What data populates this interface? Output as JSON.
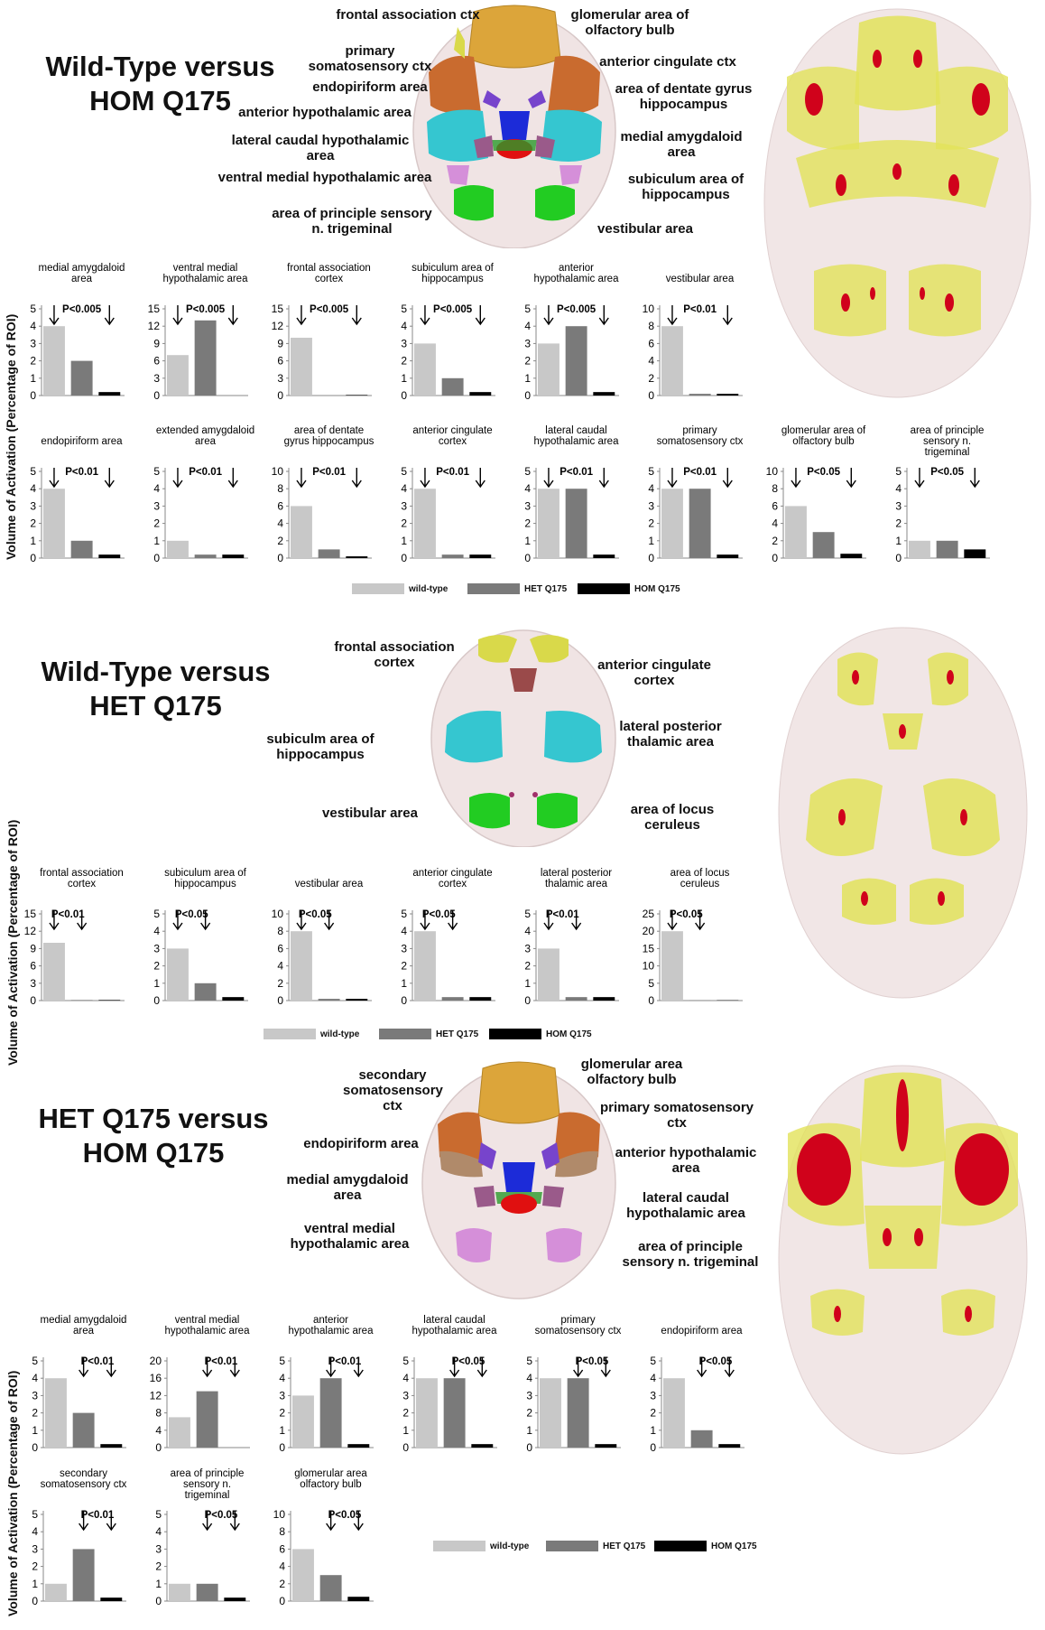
{
  "colors": {
    "wild_type": "#c8c8c8",
    "het": "#7a7a7a",
    "hom": "#000000",
    "brain_ghost": "#ecdcdc",
    "activation": "#d0021b",
    "roi_yellow": "#e2e25a"
  },
  "legend": {
    "wild_type": "wild-type",
    "het": "HET Q175",
    "hom": "HOM Q175"
  },
  "sections": [
    {
      "title_line1": "Wild-Type versus",
      "title_line2": "HOM Q175",
      "ylabel": "Volume of Activation (Percentage of ROI)",
      "brain_labels": [
        "frontal association ctx",
        "glomerular area of olfactory bulb",
        "primary somatosensory ctx",
        "anterior cingulate ctx",
        "endopiriform area",
        "area of dentate gyrus hippocampus",
        "anterior hypothalamic area",
        "lateral caudal hypothalamic area",
        "medial amygdaloid area",
        "ventral medial hypothalamic area",
        "subiculum area of hippocampus",
        "area of principle sensory n. trigeminal",
        "vestibular area"
      ]
    },
    {
      "title_line1": "Wild-Type versus",
      "title_line2": "HET Q175",
      "ylabel": "Volume of Activation (Percentage of ROI)",
      "brain_labels": [
        "frontal association cortex",
        "anterior cingulate cortex",
        "subiculm area of hippocampus",
        "lateral posterior thalamic area",
        "vestibular area",
        "area of locus ceruleus"
      ]
    },
    {
      "title_line1": "HET Q175 versus",
      "title_line2": "HOM Q175",
      "ylabel": "Volume of Activation (Percentage of ROI)",
      "brain_labels": [
        "secondary somatosensory ctx",
        "glomerular area olfactory bulb",
        "primary somatosensory ctx",
        "endopiriform area",
        "anterior hypothalamic area",
        "medial amygdaloid area",
        "lateral caudal hypothalamic area",
        "ventral medial hypothalamic area",
        "area of principle sensory n. trigeminal"
      ]
    }
  ],
  "chart_data": [
    {
      "type": "bar",
      "title": "medial amygdaloid area",
      "categories": [
        "wild-type",
        "HET Q175",
        "HOM Q175"
      ],
      "values": [
        4,
        2,
        0.2
      ],
      "ylim": [
        0,
        5
      ],
      "yticks": [
        0,
        1,
        2,
        3,
        4,
        5
      ],
      "pvalue": "P<0.005",
      "arrows": [
        0,
        2
      ]
    },
    {
      "type": "bar",
      "title": "ventral medial hypothalamic area",
      "categories": [
        "wild-type",
        "HET Q175",
        "HOM Q175"
      ],
      "values": [
        7,
        13,
        0
      ],
      "ylim": [
        0,
        15
      ],
      "yticks": [
        0,
        3,
        6,
        9,
        12,
        15
      ],
      "pvalue": "P<0.005",
      "arrows": [
        0,
        2
      ]
    },
    {
      "type": "bar",
      "title": "frontal association cortex",
      "categories": [
        "wild-type",
        "HET Q175",
        "HOM Q175"
      ],
      "values": [
        10,
        0,
        0.1
      ],
      "ylim": [
        0,
        15
      ],
      "yticks": [
        0,
        3,
        6,
        9,
        12,
        15
      ],
      "pvalue": "P<0.005",
      "arrows": [
        0,
        2
      ]
    },
    {
      "type": "bar",
      "title": "subiculum area of hippocampus",
      "categories": [
        "wild-type",
        "HET Q175",
        "HOM Q175"
      ],
      "values": [
        3,
        1,
        0.2
      ],
      "ylim": [
        0,
        5
      ],
      "yticks": [
        0,
        1,
        2,
        3,
        4,
        5
      ],
      "pvalue": "P<0.005",
      "arrows": [
        0,
        2
      ]
    },
    {
      "type": "bar",
      "title": "anterior hypothalamic area",
      "categories": [
        "wild-type",
        "HET Q175",
        "HOM Q175"
      ],
      "values": [
        3,
        4,
        0.2
      ],
      "ylim": [
        0,
        5
      ],
      "yticks": [
        0,
        1,
        2,
        3,
        4,
        5
      ],
      "pvalue": "P<0.005",
      "arrows": [
        0,
        2
      ]
    },
    {
      "type": "bar",
      "title": "vestibular area",
      "categories": [
        "wild-type",
        "HET Q175",
        "HOM Q175"
      ],
      "values": [
        8,
        0.2,
        0.2
      ],
      "ylim": [
        0,
        10
      ],
      "yticks": [
        0,
        2,
        4,
        6,
        8,
        10
      ],
      "pvalue": "P<0.01",
      "arrows": [
        0,
        2
      ]
    },
    {
      "type": "bar",
      "title": "endopiriform area",
      "categories": [
        "wild-type",
        "HET Q175",
        "HOM Q175"
      ],
      "values": [
        4,
        1,
        0.2
      ],
      "ylim": [
        0,
        5
      ],
      "yticks": [
        0,
        1,
        2,
        3,
        4,
        5
      ],
      "pvalue": "P<0.01",
      "arrows": [
        0,
        2
      ]
    },
    {
      "type": "bar",
      "title": "extended amygdaloid area",
      "categories": [
        "wild-type",
        "HET Q175",
        "HOM Q175"
      ],
      "values": [
        1,
        0.2,
        0.2
      ],
      "ylim": [
        0,
        5
      ],
      "yticks": [
        0,
        1,
        2,
        3,
        4,
        5
      ],
      "pvalue": "P<0.01",
      "arrows": [
        0,
        2
      ]
    },
    {
      "type": "bar",
      "title": "area of dentate gyrus hippocampus",
      "categories": [
        "wild-type",
        "HET Q175",
        "HOM Q175"
      ],
      "values": [
        6,
        1,
        0.2
      ],
      "ylim": [
        0,
        10
      ],
      "yticks": [
        0,
        2,
        4,
        6,
        8,
        10
      ],
      "pvalue": "P<0.01",
      "arrows": [
        0,
        2
      ]
    },
    {
      "type": "bar",
      "title": "anterior cingulate cortex",
      "categories": [
        "wild-type",
        "HET Q175",
        "HOM Q175"
      ],
      "values": [
        4,
        0.2,
        0.2
      ],
      "ylim": [
        0,
        5
      ],
      "yticks": [
        0,
        1,
        2,
        3,
        4,
        5
      ],
      "pvalue": "P<0.01",
      "arrows": [
        0,
        2
      ]
    },
    {
      "type": "bar",
      "title": "lateral caudal hypothalamic area",
      "categories": [
        "wild-type",
        "HET Q175",
        "HOM Q175"
      ],
      "values": [
        4,
        4,
        0.2
      ],
      "ylim": [
        0,
        5
      ],
      "yticks": [
        0,
        1,
        2,
        3,
        4,
        5
      ],
      "pvalue": "P<0.01",
      "arrows": [
        0,
        2
      ]
    },
    {
      "type": "bar",
      "title": "primary somatosensory ctx",
      "categories": [
        "wild-type",
        "HET Q175",
        "HOM Q175"
      ],
      "values": [
        4,
        4,
        0.2
      ],
      "ylim": [
        0,
        5
      ],
      "yticks": [
        0,
        1,
        2,
        3,
        4,
        5
      ],
      "pvalue": "P<0.01",
      "arrows": [
        0,
        2
      ]
    },
    {
      "type": "bar",
      "title": "glomerular area of olfactory bulb",
      "categories": [
        "wild-type",
        "HET Q175",
        "HOM Q175"
      ],
      "values": [
        6,
        3,
        0.5
      ],
      "ylim": [
        0,
        10
      ],
      "yticks": [
        0,
        2,
        4,
        6,
        8,
        10
      ],
      "pvalue": "P<0.05",
      "arrows": [
        0,
        2
      ]
    },
    {
      "type": "bar",
      "title": "area of principle sensory n. trigeminal",
      "categories": [
        "wild-type",
        "HET Q175",
        "HOM Q175"
      ],
      "values": [
        1,
        1,
        0.5
      ],
      "ylim": [
        0,
        5
      ],
      "yticks": [
        0,
        1,
        2,
        3,
        4,
        5
      ],
      "pvalue": "P<0.05",
      "arrows": [
        0,
        2
      ]
    },
    {
      "type": "bar",
      "title": "frontal association cortex",
      "categories": [
        "wild-type",
        "HET Q175",
        "HOM Q175"
      ],
      "values": [
        10,
        0.1,
        0.1
      ],
      "ylim": [
        0,
        15
      ],
      "yticks": [
        0,
        3,
        6,
        9,
        12,
        15
      ],
      "pvalue": "P<0.01",
      "arrows": [
        0,
        1
      ]
    },
    {
      "type": "bar",
      "title": "subiculum area of hippocampus",
      "categories": [
        "wild-type",
        "HET Q175",
        "HOM Q175"
      ],
      "values": [
        3,
        1,
        0.2
      ],
      "ylim": [
        0,
        5
      ],
      "yticks": [
        0,
        1,
        2,
        3,
        4,
        5
      ],
      "pvalue": "P<0.05",
      "arrows": [
        0,
        1
      ]
    },
    {
      "type": "bar",
      "title": "vestibular area",
      "categories": [
        "wild-type",
        "HET Q175",
        "HOM Q175"
      ],
      "values": [
        8,
        0.2,
        0.2
      ],
      "ylim": [
        0,
        10
      ],
      "yticks": [
        0,
        2,
        4,
        6,
        8,
        10
      ],
      "pvalue": "P<0.05",
      "arrows": [
        0,
        1
      ]
    },
    {
      "type": "bar",
      "title": "anterior cingulate cortex",
      "categories": [
        "wild-type",
        "HET Q175",
        "HOM Q175"
      ],
      "values": [
        4,
        0.2,
        0.2
      ],
      "ylim": [
        0,
        5
      ],
      "yticks": [
        0,
        1,
        2,
        3,
        4,
        5
      ],
      "pvalue": "P<0.05",
      "arrows": [
        0,
        1
      ]
    },
    {
      "type": "bar",
      "title": "lateral posterior thalamic area",
      "categories": [
        "wild-type",
        "HET Q175",
        "HOM Q175"
      ],
      "values": [
        3,
        0.2,
        0.2
      ],
      "ylim": [
        0,
        5
      ],
      "yticks": [
        0,
        1,
        2,
        3,
        4,
        5
      ],
      "pvalue": "P<0.01",
      "arrows": [
        0,
        1
      ]
    },
    {
      "type": "bar",
      "title": "area of locus ceruleus",
      "categories": [
        "wild-type",
        "HET Q175",
        "HOM Q175"
      ],
      "values": [
        20,
        0.1,
        0.1
      ],
      "ylim": [
        0,
        25
      ],
      "yticks": [
        0,
        5,
        10,
        15,
        20,
        25
      ],
      "pvalue": "P<0.05",
      "arrows": [
        0,
        1
      ]
    },
    {
      "type": "bar",
      "title": "medial amygdaloid area",
      "categories": [
        "wild-type",
        "HET Q175",
        "HOM Q175"
      ],
      "values": [
        4,
        2,
        0.2
      ],
      "ylim": [
        0,
        5
      ],
      "yticks": [
        0,
        1,
        2,
        3,
        4,
        5
      ],
      "pvalue": "P<0.01",
      "arrows": [
        1,
        2
      ]
    },
    {
      "type": "bar",
      "title": "ventral medial hypothalamic area",
      "categories": [
        "wild-type",
        "HET Q175",
        "HOM Q175"
      ],
      "values": [
        7,
        13,
        0
      ],
      "ylim": [
        0,
        20
      ],
      "yticks": [
        0,
        4,
        8,
        12,
        16,
        20
      ],
      "pvalue": "P<0.01",
      "arrows": [
        1,
        2
      ]
    },
    {
      "type": "bar",
      "title": "anterior hypothalamic area",
      "categories": [
        "wild-type",
        "HET Q175",
        "HOM Q175"
      ],
      "values": [
        3,
        4,
        0.2
      ],
      "ylim": [
        0,
        5
      ],
      "yticks": [
        0,
        1,
        2,
        3,
        4,
        5
      ],
      "pvalue": "P<0.01",
      "arrows": [
        1,
        2
      ]
    },
    {
      "type": "bar",
      "title": "lateral caudal hypothalamic area",
      "categories": [
        "wild-type",
        "HET Q175",
        "HOM Q175"
      ],
      "values": [
        4,
        4,
        0.2
      ],
      "ylim": [
        0,
        5
      ],
      "yticks": [
        0,
        1,
        2,
        3,
        4,
        5
      ],
      "pvalue": "P<0.05",
      "arrows": [
        1,
        2
      ]
    },
    {
      "type": "bar",
      "title": "primary somatosensory ctx",
      "categories": [
        "wild-type",
        "HET Q175",
        "HOM Q175"
      ],
      "values": [
        4,
        4,
        0.2
      ],
      "ylim": [
        0,
        5
      ],
      "yticks": [
        0,
        1,
        2,
        3,
        4,
        5
      ],
      "pvalue": "P<0.05",
      "arrows": [
        1,
        2
      ]
    },
    {
      "type": "bar",
      "title": "endopiriform area",
      "categories": [
        "wild-type",
        "HET Q175",
        "HOM Q175"
      ],
      "values": [
        4,
        1,
        0.2
      ],
      "ylim": [
        0,
        5
      ],
      "yticks": [
        0,
        1,
        2,
        3,
        4,
        5
      ],
      "pvalue": "P<0.05",
      "arrows": [
        1,
        2
      ]
    },
    {
      "type": "bar",
      "title": "secondary somatosensory ctx",
      "categories": [
        "wild-type",
        "HET Q175",
        "HOM Q175"
      ],
      "values": [
        1,
        3,
        0.2
      ],
      "ylim": [
        0,
        5
      ],
      "yticks": [
        0,
        1,
        2,
        3,
        4,
        5
      ],
      "pvalue": "P<0.01",
      "arrows": [
        1,
        2
      ]
    },
    {
      "type": "bar",
      "title": "area of principle sensory n. trigeminal",
      "categories": [
        "wild-type",
        "HET Q175",
        "HOM Q175"
      ],
      "values": [
        1,
        1,
        0.2
      ],
      "ylim": [
        0,
        5
      ],
      "yticks": [
        0,
        1,
        2,
        3,
        4,
        5
      ],
      "pvalue": "P<0.05",
      "arrows": [
        1,
        2
      ]
    },
    {
      "type": "bar",
      "title": "glomerular area olfactory bulb",
      "categories": [
        "wild-type",
        "HET Q175",
        "HOM Q175"
      ],
      "values": [
        6,
        3,
        0.5
      ],
      "ylim": [
        0,
        10
      ],
      "yticks": [
        0,
        2,
        4,
        6,
        8,
        10
      ],
      "pvalue": "P<0.05",
      "arrows": [
        1,
        2
      ]
    }
  ]
}
